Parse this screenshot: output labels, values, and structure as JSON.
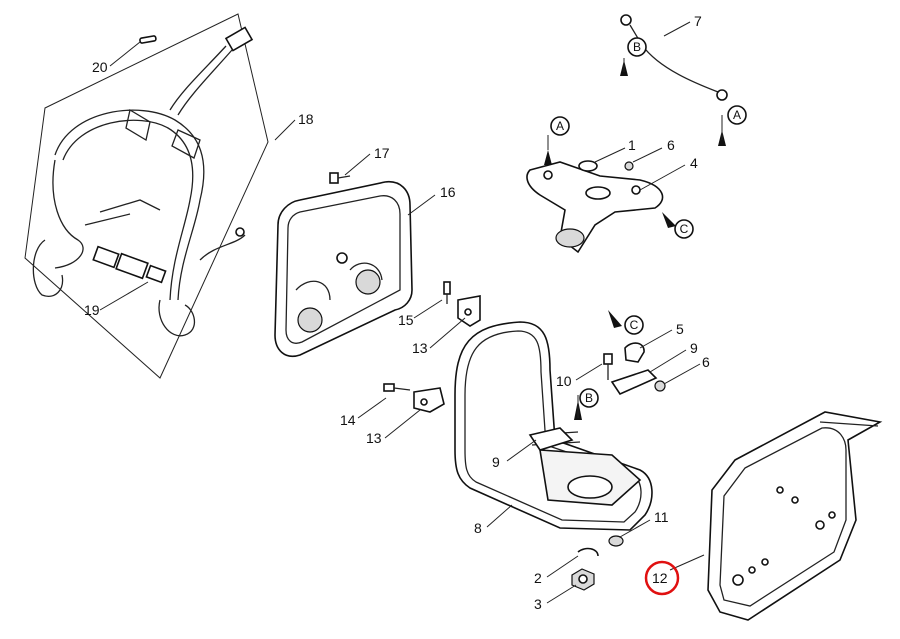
{
  "callouts": [
    {
      "id": "c20",
      "text": "20"
    },
    {
      "id": "c18",
      "text": "18"
    },
    {
      "id": "c19",
      "text": "19"
    },
    {
      "id": "c17",
      "text": "17"
    },
    {
      "id": "c16",
      "text": "16"
    },
    {
      "id": "c15",
      "text": "15"
    },
    {
      "id": "c13a",
      "text": "13"
    },
    {
      "id": "c14",
      "text": "14"
    },
    {
      "id": "c13b",
      "text": "13"
    },
    {
      "id": "c7",
      "text": "7"
    },
    {
      "id": "c1",
      "text": "1"
    },
    {
      "id": "c6a",
      "text": "6"
    },
    {
      "id": "c4",
      "text": "4"
    },
    {
      "id": "c5",
      "text": "5"
    },
    {
      "id": "c9a",
      "text": "9"
    },
    {
      "id": "c10",
      "text": "10"
    },
    {
      "id": "c6b",
      "text": "6"
    },
    {
      "id": "c9b",
      "text": "9"
    },
    {
      "id": "c8",
      "text": "8"
    },
    {
      "id": "c11",
      "text": "11"
    },
    {
      "id": "c2",
      "text": "2"
    },
    {
      "id": "c3",
      "text": "3"
    },
    {
      "id": "c12",
      "text": "12"
    }
  ],
  "ref_markers": {
    "a1": "A",
    "a2": "A",
    "b1": "B",
    "b2": "B",
    "c1": "C",
    "c2": "C"
  },
  "highlight_color": "#e01010"
}
